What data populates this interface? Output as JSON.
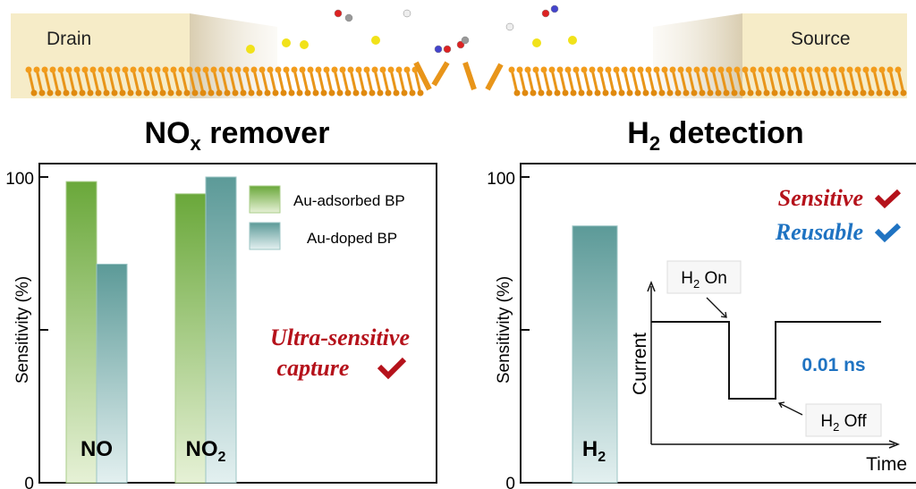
{
  "illustration": {
    "drain_label": "Drain",
    "source_label": "Source"
  },
  "colors": {
    "green": "#6aa83a",
    "teal": "#5c9a98",
    "red": "#b5121b",
    "blue": "#1f73c2"
  },
  "chart_data": [
    {
      "type": "bar",
      "title": "NO",
      "title_sub": "x",
      "title_rest": " remover",
      "ylabel": "Sensitivity (%)",
      "ylim": [
        0,
        100
      ],
      "yticks": [
        "0",
        "100"
      ],
      "categories": [
        {
          "main": "NO",
          "sub": ""
        },
        {
          "main": "NO",
          "sub": "2"
        }
      ],
      "series": [
        {
          "name": "Au-adsorbed BP",
          "values": [
            98.5,
            94.5
          ]
        },
        {
          "name": "Au-doped BP",
          "values": [
            71.5,
            100
          ]
        }
      ],
      "legend": "top-right",
      "annotation": [
        "Ultra-sensitive",
        "capture"
      ]
    },
    {
      "type": "bar",
      "title": "H",
      "title_sub": "2",
      "title_rest": " detection",
      "ylabel": "Sensitivity (%)",
      "ylim": [
        0,
        100
      ],
      "yticks": [
        "0",
        "100"
      ],
      "categories": [
        {
          "main": "H",
          "sub": "2"
        }
      ],
      "series": [
        {
          "name": "Au-doped BP",
          "values": [
            84
          ]
        }
      ],
      "annotations": [
        "Sensitive",
        "Reusable"
      ],
      "inset": {
        "type": "line",
        "xlabel": "Time",
        "ylabel": "Current",
        "on_label": {
          "main": "H",
          "sub": "2",
          "rest": " On"
        },
        "off_label": {
          "main": "H",
          "sub": "2",
          "rest": " Off"
        },
        "response_time": "0.01 ns"
      }
    }
  ]
}
